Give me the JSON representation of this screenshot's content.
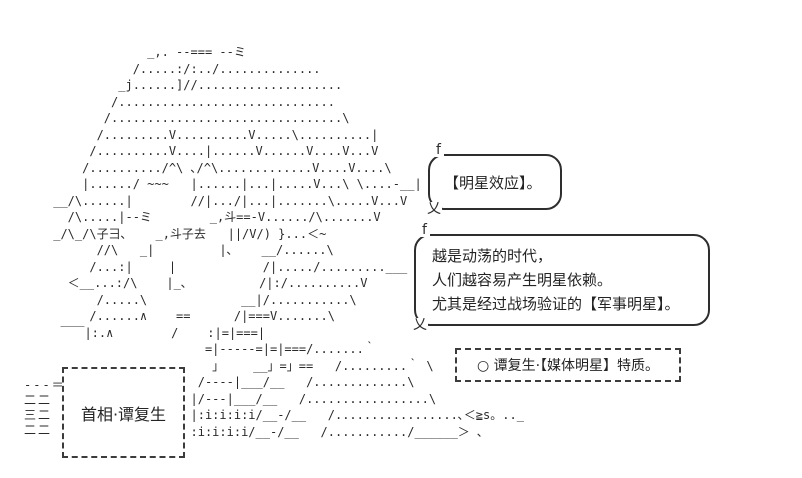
{
  "page": {
    "background": "#ffffff",
    "ink": "#2a2a2a"
  },
  "ascii_art": {
    "figure": "              _,. -‐=== ‐-ミ\n            /.....:/:../..............\n          _j......]//....................\n         /..............................\n        /................................\\\n       /.........V..........V.....\\..........|\n      /..........V....|......V......V....V...V\n     /........../^\\ ､/^\\.............V....V....\\\n     |....../ ~~~   |......|...|.....V...\\ \\....-__|\n __/\\......|        //|.../|...|.......\\.....V...V\n   /\\.....|--ミ        _,斗==-V....../\\.......V\n _/\\_/\\子彐､    _,斗子去   ||/V/) }...＜~\n       //\\   _|         |､    __/......\\\n      /...:|     |            /|...../.........___\n   ＜__...:/\\    |_､          /|:/..........V\n       /.....\\             __|/...........\\\n      /......∧    ==      /|===V.......\\\n  ￣￣|:.∧        /    :|=|===|\n                      =|-----=|=|===/.......｀\n                       」    __」=」==   /.........｀ \\\n                     /----|___/__   /.............\\\n                    |/---|___/__   /.................\\\n                    |:i:i:i:i/__-/__   /.................､＜≧s。.._\n                    :i:i:i:i/__-/__   /.........../______＞ ､",
    "motion_lines": "---＝\n二二\n三二\n二二"
  },
  "bubbles": {
    "star_effect": {
      "corner_top": "f",
      "corner_bottom": "乂",
      "text": "【明星效应】。"
    },
    "era": {
      "corner_top": "f",
      "corner_bottom": "乂",
      "lines": [
        "越是动荡的时代，",
        "人们越容易产生明星依赖。",
        "尤其是经过战场验证的【军事明星】。"
      ]
    }
  },
  "trait_box": {
    "text": "○ 谭复生·【媒体明星】特质。"
  },
  "name_box": {
    "text": "首相·谭复生"
  }
}
